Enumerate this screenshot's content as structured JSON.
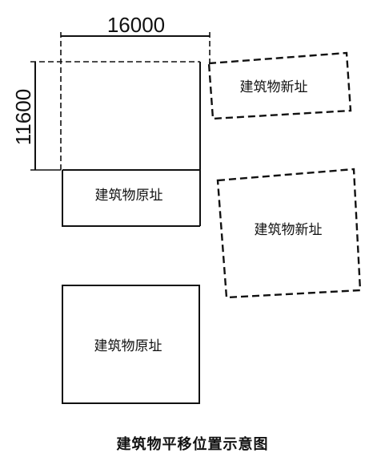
{
  "dimensions": {
    "width_label": "16000",
    "height_label": "11600"
  },
  "labels": {
    "original_site_upper": "建筑物原址",
    "original_site_lower": "建筑物原址",
    "new_site_upper": "建筑物新址",
    "new_site_lower": "建筑物新址"
  },
  "caption": "建筑物平移位置示意图"
}
